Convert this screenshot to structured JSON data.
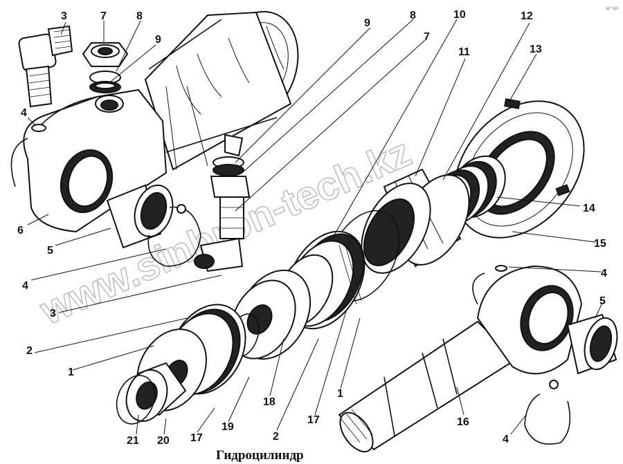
{
  "caption": "Гидроцилиндр",
  "watermark": "www.sinbron-tech.kz",
  "corner_mark": "ю° тог",
  "labels": [
    {
      "text": "3"
    },
    {
      "text": "7"
    },
    {
      "text": "8"
    },
    {
      "text": "9"
    },
    {
      "text": "4"
    },
    {
      "text": "6"
    },
    {
      "text": "5"
    },
    {
      "text": "4"
    },
    {
      "text": "9"
    },
    {
      "text": "8"
    },
    {
      "text": "7"
    },
    {
      "text": "10"
    },
    {
      "text": "11"
    },
    {
      "text": "12"
    },
    {
      "text": "13"
    },
    {
      "text": "14"
    },
    {
      "text": "15"
    },
    {
      "text": "4"
    },
    {
      "text": "5"
    },
    {
      "text": "3"
    },
    {
      "text": "2"
    },
    {
      "text": "1"
    },
    {
      "text": "21"
    },
    {
      "text": "20"
    },
    {
      "text": "17"
    },
    {
      "text": "19"
    },
    {
      "text": "18"
    },
    {
      "text": "2"
    },
    {
      "text": "17"
    },
    {
      "text": "1"
    },
    {
      "text": "16"
    },
    {
      "text": "4"
    }
  ]
}
